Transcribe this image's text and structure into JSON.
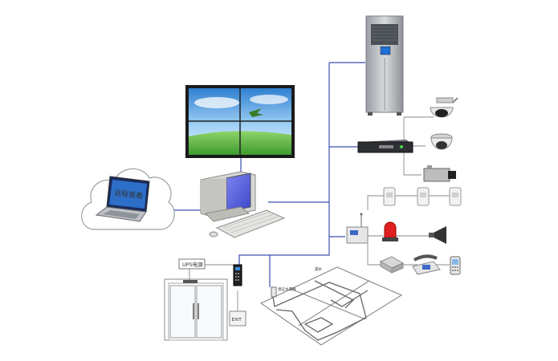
{
  "diagram": {
    "remote_label": "远程查看",
    "ups_label": "UPS电源",
    "exit_label": "EXIT",
    "cable_label": "感应水漏绳",
    "floor_label": "漏水",
    "colors": {
      "link_line": "#3a4fb0",
      "blue_link": "#2e4db8",
      "alarm_red": "#e02020",
      "sky": "#58a8e6",
      "grass": "#5fb54a"
    },
    "icons": [
      "video-wall-icon",
      "precision-air-conditioner-icon",
      "cloud-icon",
      "laptop-icon",
      "workstation-icon",
      "dvr-icon",
      "dome-camera-icon",
      "box-camera-icon",
      "pir-detector-icon",
      "alarm-host-icon",
      "strobe-siren-icon",
      "horn-speaker-icon",
      "telephone-icon",
      "mobile-phone-icon",
      "access-controller-icon",
      "door-icon",
      "water-leak-cable-icon"
    ]
  }
}
